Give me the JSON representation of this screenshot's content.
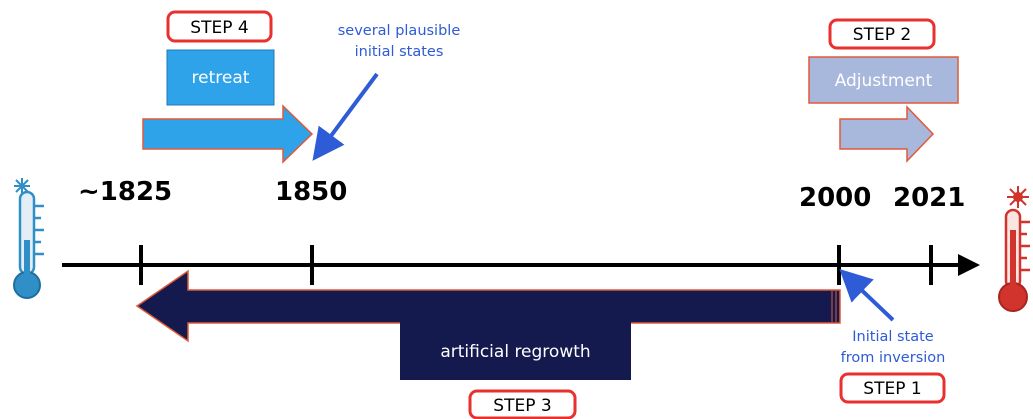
{
  "timeline": {
    "years": [
      "~1825",
      "1850",
      "2000",
      "2021"
    ]
  },
  "steps": {
    "step1": "STEP 1",
    "step2": "STEP 2",
    "step3": "STEP 3",
    "step4": "STEP 4"
  },
  "boxes": {
    "retreat": "retreat",
    "adjustment": "Adjustment",
    "regrowth": "artificial regrowth"
  },
  "annotations": {
    "initial_states": [
      "several plausible",
      "initial states"
    ],
    "initial_state_inversion": [
      "Initial state",
      "from inversion"
    ]
  },
  "icons": {
    "cold": "cold-thermometer-icon",
    "hot": "hot-thermometer-icon"
  },
  "colors": {
    "step_border": "#e8302f",
    "retreat": "#2ea3ea",
    "adjustment": "#a8b7dc",
    "regrowth": "#141a4d",
    "annotation": "#2e5bd6",
    "cold": "#2f8fc6",
    "hot": "#d0342c"
  }
}
